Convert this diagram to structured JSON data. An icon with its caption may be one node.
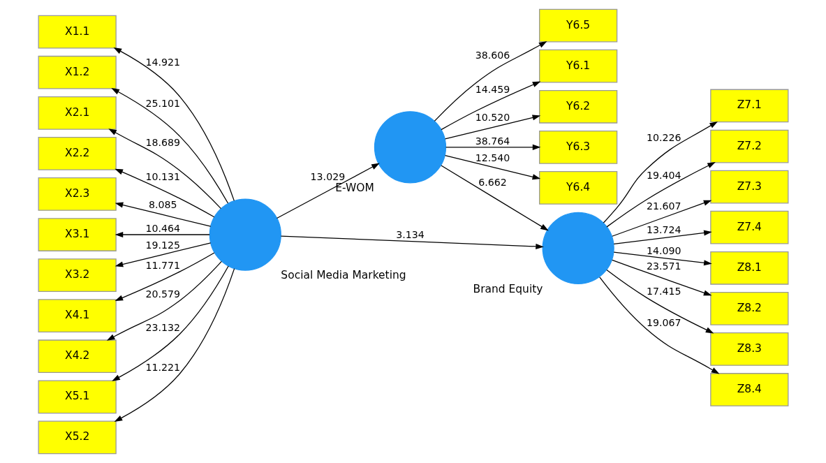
{
  "diagram": {
    "nodes": [
      {
        "text": [
          "X1.1"
        ]
      },
      {
        "text": [
          "X1.2"
        ]
      },
      {
        "text": [
          "X2.1"
        ]
      },
      {
        "text": [
          "X2.2"
        ]
      },
      {
        "text": [
          "X2.3"
        ]
      },
      {
        "text": [
          "X3.1"
        ]
      },
      {
        "text": [
          "X3.2"
        ]
      },
      {
        "text": [
          "X4.1"
        ]
      },
      {
        "text": [
          "X4.2"
        ]
      },
      {
        "text": [
          "X5.1"
        ]
      },
      {
        "text": [
          "X5.2"
        ]
      },
      {
        "text": [
          "Social Media Marketing"
        ]
      },
      {
        "text": [
          "E-WOM"
        ]
      },
      {
        "text": [
          "Brand Equity"
        ]
      },
      {
        "text": [
          "Y6.1"
        ]
      },
      {
        "text": [
          "Y6.2"
        ]
      },
      {
        "text": [
          "Y6.3"
        ]
      },
      {
        "text": [
          "Y6.4"
        ]
      },
      {
        "text": [
          "Y6.5"
        ]
      },
      {
        "text": [
          "Z7.1"
        ]
      },
      {
        "text": [
          "Z7.2"
        ]
      },
      {
        "text": [
          "Z7.3"
        ]
      },
      {
        "text": [
          "Z7.4"
        ]
      },
      {
        "text": [
          "Z8.1"
        ]
      },
      {
        "text": [
          "Z8.2"
        ]
      },
      {
        "text": [
          "Z8.3"
        ]
      },
      {
        "text": [
          "Z8.4"
        ]
      }
    ],
    "edges": [
      {
        "from": 11,
        "to": 0,
        "arrow": "to",
        "label": "14.921"
      },
      {
        "from": 11,
        "to": 1,
        "arrow": "to",
        "label": "25.101"
      },
      {
        "from": 11,
        "to": 2,
        "arrow": "to",
        "label": "18.689"
      },
      {
        "from": 11,
        "to": 3,
        "arrow": "to",
        "label": "10.131"
      },
      {
        "from": 11,
        "to": 4,
        "arrow": "to",
        "label": "8.085"
      },
      {
        "from": 11,
        "to": 5,
        "arrow": "to",
        "label": "10.464"
      },
      {
        "from": 11,
        "to": 6,
        "arrow": "to",
        "label": "19.125"
      },
      {
        "from": 11,
        "to": 7,
        "arrow": "to",
        "label": "11.771"
      },
      {
        "from": 11,
        "to": 8,
        "arrow": "to",
        "label": "20.579"
      },
      {
        "from": 11,
        "to": 9,
        "arrow": "to",
        "label": "23.132"
      },
      {
        "from": 11,
        "to": 10,
        "arrow": "to",
        "label": "11.221"
      },
      {
        "from": 11,
        "to": 12,
        "arrow": "to",
        "label": "13.029"
      },
      {
        "from": 12,
        "to": 13,
        "arrow": "to",
        "label": "6.662"
      },
      {
        "from": 11,
        "to": 13,
        "arrow": "to",
        "label": "3.134"
      },
      {
        "from": 12,
        "to": 14,
        "arrow": "to",
        "label": "14.459"
      },
      {
        "from": 12,
        "to": 15,
        "arrow": "to",
        "label": "10.520"
      },
      {
        "from": 12,
        "to": 16,
        "arrow": "to",
        "label": "38.764"
      },
      {
        "from": 12,
        "to": 17,
        "arrow": "to",
        "label": "12.540"
      },
      {
        "from": 12,
        "to": 18,
        "arrow": "to",
        "label": "38.606"
      },
      {
        "from": 13,
        "to": 19,
        "arrow": "to",
        "label": "10.226"
      },
      {
        "from": 13,
        "to": 20,
        "arrow": "to",
        "label": "19.404"
      },
      {
        "from": 13,
        "to": 21,
        "arrow": "to",
        "label": "21.607"
      },
      {
        "from": 13,
        "to": 22,
        "arrow": "to",
        "label": "13.724"
      },
      {
        "from": 13,
        "to": 23,
        "arrow": "to",
        "label": "14.090"
      },
      {
        "from": 13,
        "to": 24,
        "arrow": "to",
        "label": "23.571"
      },
      {
        "from": 13,
        "to": 25,
        "arrow": "to",
        "label": "17.415"
      },
      {
        "from": 13,
        "to": 26,
        "arrow": "to",
        "label": "19.067"
      }
    ]
  }
}
